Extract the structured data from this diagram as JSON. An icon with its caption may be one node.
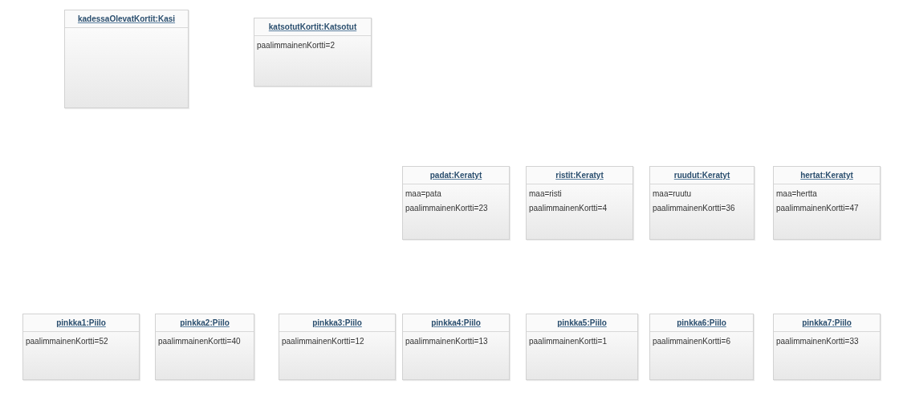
{
  "diagram": {
    "nodes": [
      {
        "text": [
          "kadessaOlevatKortit:Kasi"
        ]
      },
      {
        "text": [
          "katsotutKortit:Katsotut",
          "paalimmainenKortti=2"
        ]
      },
      {
        "text": [
          "padat:Keratyt",
          "maa=pata",
          "paalimmainenKortti=23"
        ]
      },
      {
        "text": [
          "ristit:Keratyt",
          "maa=risti",
          "paalimmainenKortti=4"
        ]
      },
      {
        "text": [
          "ruudut:Keratyt",
          "maa=ruutu",
          "paalimmainenKortti=36"
        ]
      },
      {
        "text": [
          "hertat:Keratyt",
          "maa=hertta",
          "paalimmainenKortti=47"
        ]
      },
      {
        "text": [
          "pinkka1:Piilo",
          "paalimmainenKortti=52"
        ]
      },
      {
        "text": [
          "pinkka2:Piilo",
          "paalimmainenKortti=40"
        ]
      },
      {
        "text": [
          "pinkka3:Piilo",
          "paalimmainenKortti=12"
        ]
      },
      {
        "text": [
          "pinkka4:Piilo",
          "paalimmainenKortti=13"
        ]
      },
      {
        "text": [
          "pinkka5:Piilo",
          "paalimmainenKortti=1"
        ]
      },
      {
        "text": [
          "pinkka6:Piilo",
          "paalimmainenKortti=6"
        ]
      },
      {
        "text": [
          "pinkka7:Piilo",
          "paalimmainenKortti=33"
        ]
      }
    ]
  }
}
